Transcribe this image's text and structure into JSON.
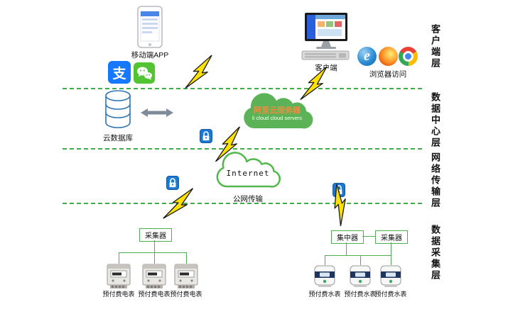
{
  "layers": {
    "client": "客户端层",
    "datacenter": "数据中心层",
    "network": "网络传输层",
    "collection": "数据采集层"
  },
  "client_layer": {
    "mobile_app_label": "移动端APP",
    "client_label": "客户端",
    "browser_label": "浏览器访问",
    "alipay_glyph": "支"
  },
  "datacenter_layer": {
    "cloud_db_label": "云数据库",
    "ali_cloud_title": "阿里云服务器",
    "ali_cloud_subtitle": "li cloud  cloud servers"
  },
  "network_layer": {
    "internet_label": "Internet",
    "public_net_label": "公网传输"
  },
  "collection_layer": {
    "collector_left_label": "采集器",
    "concentrator_label": "集中器",
    "collector_right_label": "采集器",
    "electric_meter_labels": [
      "预付费电表",
      "预付费电表",
      "预付费电表"
    ],
    "water_meter_labels": [
      "预付费水表",
      "预付费水表",
      "预付费水表"
    ]
  },
  "icons": {
    "mobile-phone-icon": "smartphone with app screen",
    "alipay-icon": "blue square with 支 glyph",
    "wechat-icon": "green square with white chat bubbles",
    "desktop-computer-icon": "monitor with dashboard and keyboard",
    "ie-browser-icon": "blue e circle",
    "firefox-browser-icon": "orange circle",
    "chrome-browser-icon": "tri-color circle with blue center",
    "database-icon": "blue outlined cylinder stack",
    "double-arrow-icon": "horizontal double-headed arrow",
    "cloud-icon": "cloud shape",
    "lock-icon": "blue padlock badge",
    "lightning-bolt-icon": "yellow lightning bolt",
    "electric-meter-icon": "gray prepaid electric meter device",
    "water-meter-icon": "white prepaid water meter device"
  },
  "colors": {
    "layer_line_green": "#3fae49",
    "cloud_green": "#5cb357",
    "connector_green": "#4caf50",
    "bolt_yellow": "#ffe100",
    "lock_blue": "#1b79d6",
    "alipay_blue": "#1677ff",
    "wechat_green": "#52c332",
    "ali_cloud_title_color": "#ef8b3f",
    "db_outline_blue": "#2e75b6"
  }
}
